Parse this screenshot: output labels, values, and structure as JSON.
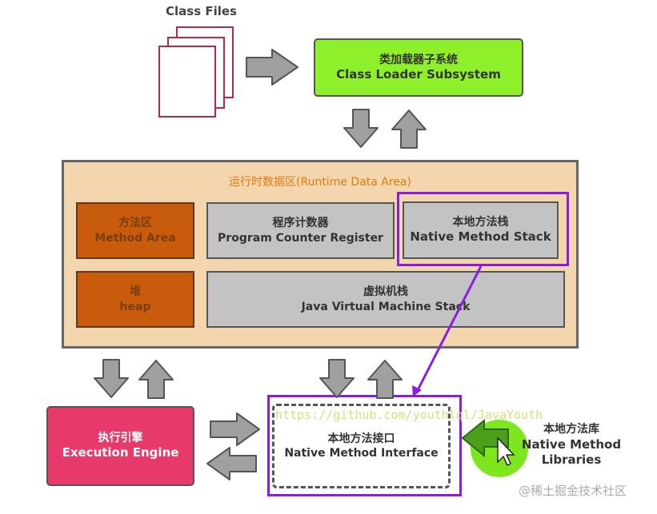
{
  "class_files": {
    "label": "Class Files"
  },
  "class_loader": {
    "zh": "类加载器子系统",
    "en": "Class Loader Subsystem",
    "color": "#8ef02a"
  },
  "runtime_area": {
    "title": "运行时数据区(Runtime Data Area)",
    "color": "#f3d6ad",
    "title_color": "#e07a10"
  },
  "method_area": {
    "zh": "方法区",
    "en": "Method Area",
    "color": "#c95c0c"
  },
  "heap": {
    "zh": "堆",
    "en": "heap",
    "color": "#c95c0c"
  },
  "pc_register": {
    "zh": "程序计数器",
    "en": "Program Counter Register",
    "color": "#c3c3c3"
  },
  "native_stack": {
    "zh": "本地方法栈",
    "en": "Native Method Stack",
    "color": "#c3c3c3"
  },
  "jvm_stack": {
    "zh": "虚拟机栈",
    "en": "Java Virtual Machine Stack",
    "color": "#c3c3c3"
  },
  "execution_engine": {
    "zh": "执行引擎",
    "en": "Execution Engine",
    "color": "#e83a6a"
  },
  "native_interface": {
    "zh": "本地方法接口",
    "en": "Native Method Interface"
  },
  "native_libraries": {
    "zh": "本地方法库",
    "en": "Native Method Libraries"
  },
  "highlight_color": "#8a1ee0",
  "watermark_url": "https://github.com/youthlql/JavaYouth",
  "watermark_site": "@稀土掘金技术社区"
}
